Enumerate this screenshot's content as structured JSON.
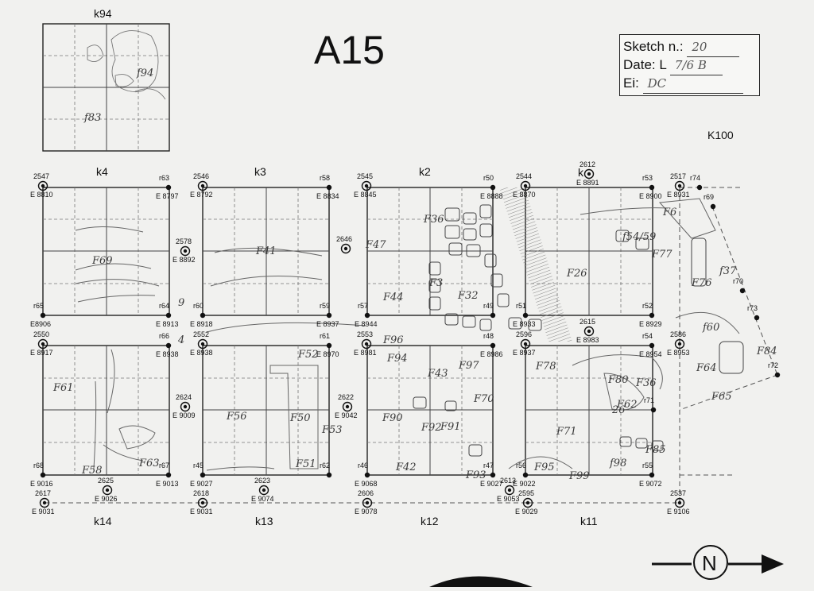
{
  "sheet": {
    "title": "A15",
    "info": {
      "sketch_label": "Sketch n.:",
      "sketch_value": "20",
      "date_label": "Date: L",
      "date_value": "7/6 B",
      "ei_label": "Ei:",
      "ei_value": "DC"
    },
    "north_symbol": "N",
    "north_icon": "north-arrow-icon"
  },
  "grid_labels": {
    "k94": "k94",
    "k4": "k4",
    "k3": "k3",
    "k2": "k2",
    "k1": "k",
    "k100": "K100",
    "k14": "k14",
    "k13": "k13",
    "k12": "k12",
    "k11": "k11"
  },
  "points": [
    {
      "id": "p2547",
      "n": "2547",
      "e": "E 8810"
    },
    {
      "id": "pr63",
      "n": "r63",
      "e": "E 8797"
    },
    {
      "id": "p2546",
      "n": "2546",
      "e": "E 8792"
    },
    {
      "id": "pr58",
      "n": "r58",
      "e": "E 8834"
    },
    {
      "id": "p2545",
      "n": "2545",
      "e": "E 8845"
    },
    {
      "id": "pr50",
      "n": "r50",
      "e": "E 8888"
    },
    {
      "id": "p2544",
      "n": "2544",
      "e": "E 8870"
    },
    {
      "id": "p2612",
      "n": "2612",
      "e": "E 8891"
    },
    {
      "id": "pr53",
      "n": "r53",
      "e": "E 8900"
    },
    {
      "id": "p2517",
      "n": "2517",
      "e": "E 8931"
    },
    {
      "id": "p2578",
      "n": "2578",
      "e": "E 8892"
    },
    {
      "id": "p2646",
      "n": "2646",
      "e": ""
    },
    {
      "id": "pr65",
      "n": "r65",
      "e": "E8906"
    },
    {
      "id": "pr64",
      "n": "r64",
      "e": "E 8913"
    },
    {
      "id": "pr60",
      "n": "r60",
      "e": "E 8918"
    },
    {
      "id": "pr59",
      "n": "r59",
      "e": "E 8937"
    },
    {
      "id": "pr57",
      "n": "r57",
      "e": "E 8944"
    },
    {
      "id": "pr49",
      "n": "r49",
      "e": ""
    },
    {
      "id": "pr51",
      "n": "r51",
      "e": "E 8933"
    },
    {
      "id": "pr52",
      "n": "r52",
      "e": "E 8929"
    },
    {
      "id": "p2615",
      "n": "2615",
      "e": "E 8983"
    },
    {
      "id": "p2550",
      "n": "2550",
      "e": "E 8917"
    },
    {
      "id": "pr66",
      "n": "r66",
      "e": "E 8938"
    },
    {
      "id": "p2552",
      "n": "2552",
      "e": "E 8938"
    },
    {
      "id": "pr61",
      "n": "r61",
      "e": "E 8970"
    },
    {
      "id": "p2553",
      "n": "2553",
      "e": "E 8981"
    },
    {
      "id": "pr48",
      "n": "r48",
      "e": "E 8986"
    },
    {
      "id": "p2596",
      "n": "2596",
      "e": "E 8937"
    },
    {
      "id": "pr54",
      "n": "r54",
      "e": "E 8954"
    },
    {
      "id": "p2586",
      "n": "2586",
      "e": "E 8953"
    },
    {
      "id": "p2624",
      "n": "2624",
      "e": "E 9009"
    },
    {
      "id": "p2622",
      "n": "2622",
      "e": "E 9042"
    },
    {
      "id": "pr71",
      "n": "r71",
      "e": ""
    },
    {
      "id": "pr68",
      "n": "r68",
      "e": "E 9016"
    },
    {
      "id": "pr67",
      "n": "r67",
      "e": "E 9013"
    },
    {
      "id": "pr45",
      "n": "r45",
      "e": "E 9027"
    },
    {
      "id": "pr62",
      "n": "r62",
      "e": ""
    },
    {
      "id": "pr46",
      "n": "r46",
      "e": "E 9068"
    },
    {
      "id": "pr47",
      "n": "r47",
      "e": "E 9027"
    },
    {
      "id": "pr56",
      "n": "r56",
      "e": "E 9022"
    },
    {
      "id": "pr55",
      "n": "r55",
      "e": "E 9072"
    },
    {
      "id": "p2625",
      "n": "2625",
      "e": "E 9026"
    },
    {
      "id": "p2623",
      "n": "2623",
      "e": "E 9074"
    },
    {
      "id": "p2613",
      "n": "2613",
      "e": "E 9053"
    },
    {
      "id": "p2617",
      "n": "2617",
      "e": "E 9031"
    },
    {
      "id": "p2618",
      "n": "2618",
      "e": "E 9031"
    },
    {
      "id": "p2606",
      "n": "2606",
      "e": "E 9078"
    },
    {
      "id": "p2595",
      "n": "2595",
      "e": "E 9029"
    },
    {
      "id": "p2537",
      "n": "2537",
      "e": "E 9106"
    },
    {
      "id": "pr74",
      "n": "r74",
      "e": ""
    },
    {
      "id": "pr69",
      "n": "r69",
      "e": ""
    },
    {
      "id": "pr70",
      "n": "r70",
      "e": ""
    },
    {
      "id": "pr73",
      "n": "r73",
      "e": ""
    },
    {
      "id": "pr72",
      "n": "r72",
      "e": ""
    }
  ],
  "features": [
    {
      "id": "f94",
      "t": "f94"
    },
    {
      "id": "f83",
      "t": "f83"
    },
    {
      "id": "f69",
      "t": "F69"
    },
    {
      "id": "f41",
      "t": "F41"
    },
    {
      "id": "f47",
      "t": "F47"
    },
    {
      "id": "f36",
      "t": "F36"
    },
    {
      "id": "f32",
      "t": "F32"
    },
    {
      "id": "f3",
      "t": "F3"
    },
    {
      "id": "f44",
      "t": "F44"
    },
    {
      "id": "f26",
      "t": "F26"
    },
    {
      "id": "f6",
      "t": "F6"
    },
    {
      "id": "f77",
      "t": "F77"
    },
    {
      "id": "f37",
      "t": "f37"
    },
    {
      "id": "f76",
      "t": "F76"
    },
    {
      "id": "f60",
      "t": "f60"
    },
    {
      "id": "f5459",
      "t": "f54/59"
    },
    {
      "id": "f61",
      "t": "F61"
    },
    {
      "id": "f52",
      "t": "F52"
    },
    {
      "id": "f56",
      "t": "F56"
    },
    {
      "id": "f50",
      "t": "F50"
    },
    {
      "id": "f53",
      "t": "F53"
    },
    {
      "id": "f51",
      "t": "F51"
    },
    {
      "id": "f58",
      "t": "F58"
    },
    {
      "id": "f63",
      "t": "F63"
    },
    {
      "id": "f96",
      "t": "F96"
    },
    {
      "id": "f94b",
      "t": "F94"
    },
    {
      "id": "f43",
      "t": "F43"
    },
    {
      "id": "f97",
      "t": "F97"
    },
    {
      "id": "f70",
      "t": "F70"
    },
    {
      "id": "f90",
      "t": "F90"
    },
    {
      "id": "f92",
      "t": "F92"
    },
    {
      "id": "f91",
      "t": "F91"
    },
    {
      "id": "f42",
      "t": "F42"
    },
    {
      "id": "f78",
      "t": "F78"
    },
    {
      "id": "f80",
      "t": "F80"
    },
    {
      "id": "f36b",
      "t": "F36"
    },
    {
      "id": "f71",
      "t": "F71"
    },
    {
      "id": "f98",
      "t": "f98"
    },
    {
      "id": "f64",
      "t": "F64"
    },
    {
      "id": "f65",
      "t": "F65"
    },
    {
      "id": "f84",
      "t": "F84"
    },
    {
      "id": "f99",
      "t": "F99"
    },
    {
      "id": "f93",
      "t": "F93"
    },
    {
      "id": "f95",
      "t": "F95"
    },
    {
      "id": "f62",
      "t": "F62"
    },
    {
      "id": "f85",
      "t": "F85"
    },
    {
      "id": "f9",
      "t": "9"
    },
    {
      "id": "f26b",
      "t": "26"
    },
    {
      "id": "f4",
      "t": "4"
    }
  ]
}
